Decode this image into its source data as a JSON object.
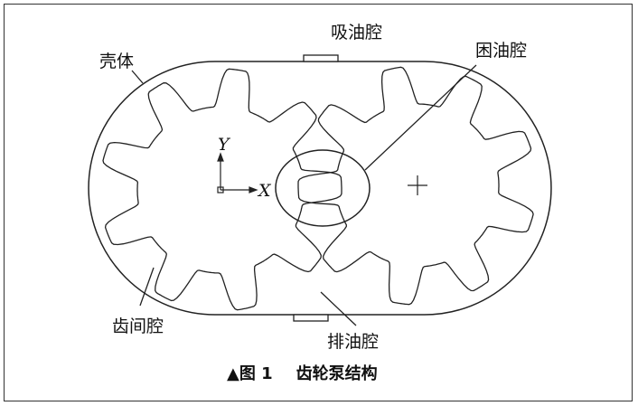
{
  "labels": {
    "housing": "壳体",
    "suction_chamber": "吸油腔",
    "trapped_oil_chamber": "困油腔",
    "tooth_space": "齿间腔",
    "discharge_chamber": "排油腔"
  },
  "axes": {
    "x": "X",
    "y": "Y"
  },
  "caption": {
    "marker": "▲",
    "number": "图 1",
    "title": "齿轮泵结构"
  }
}
